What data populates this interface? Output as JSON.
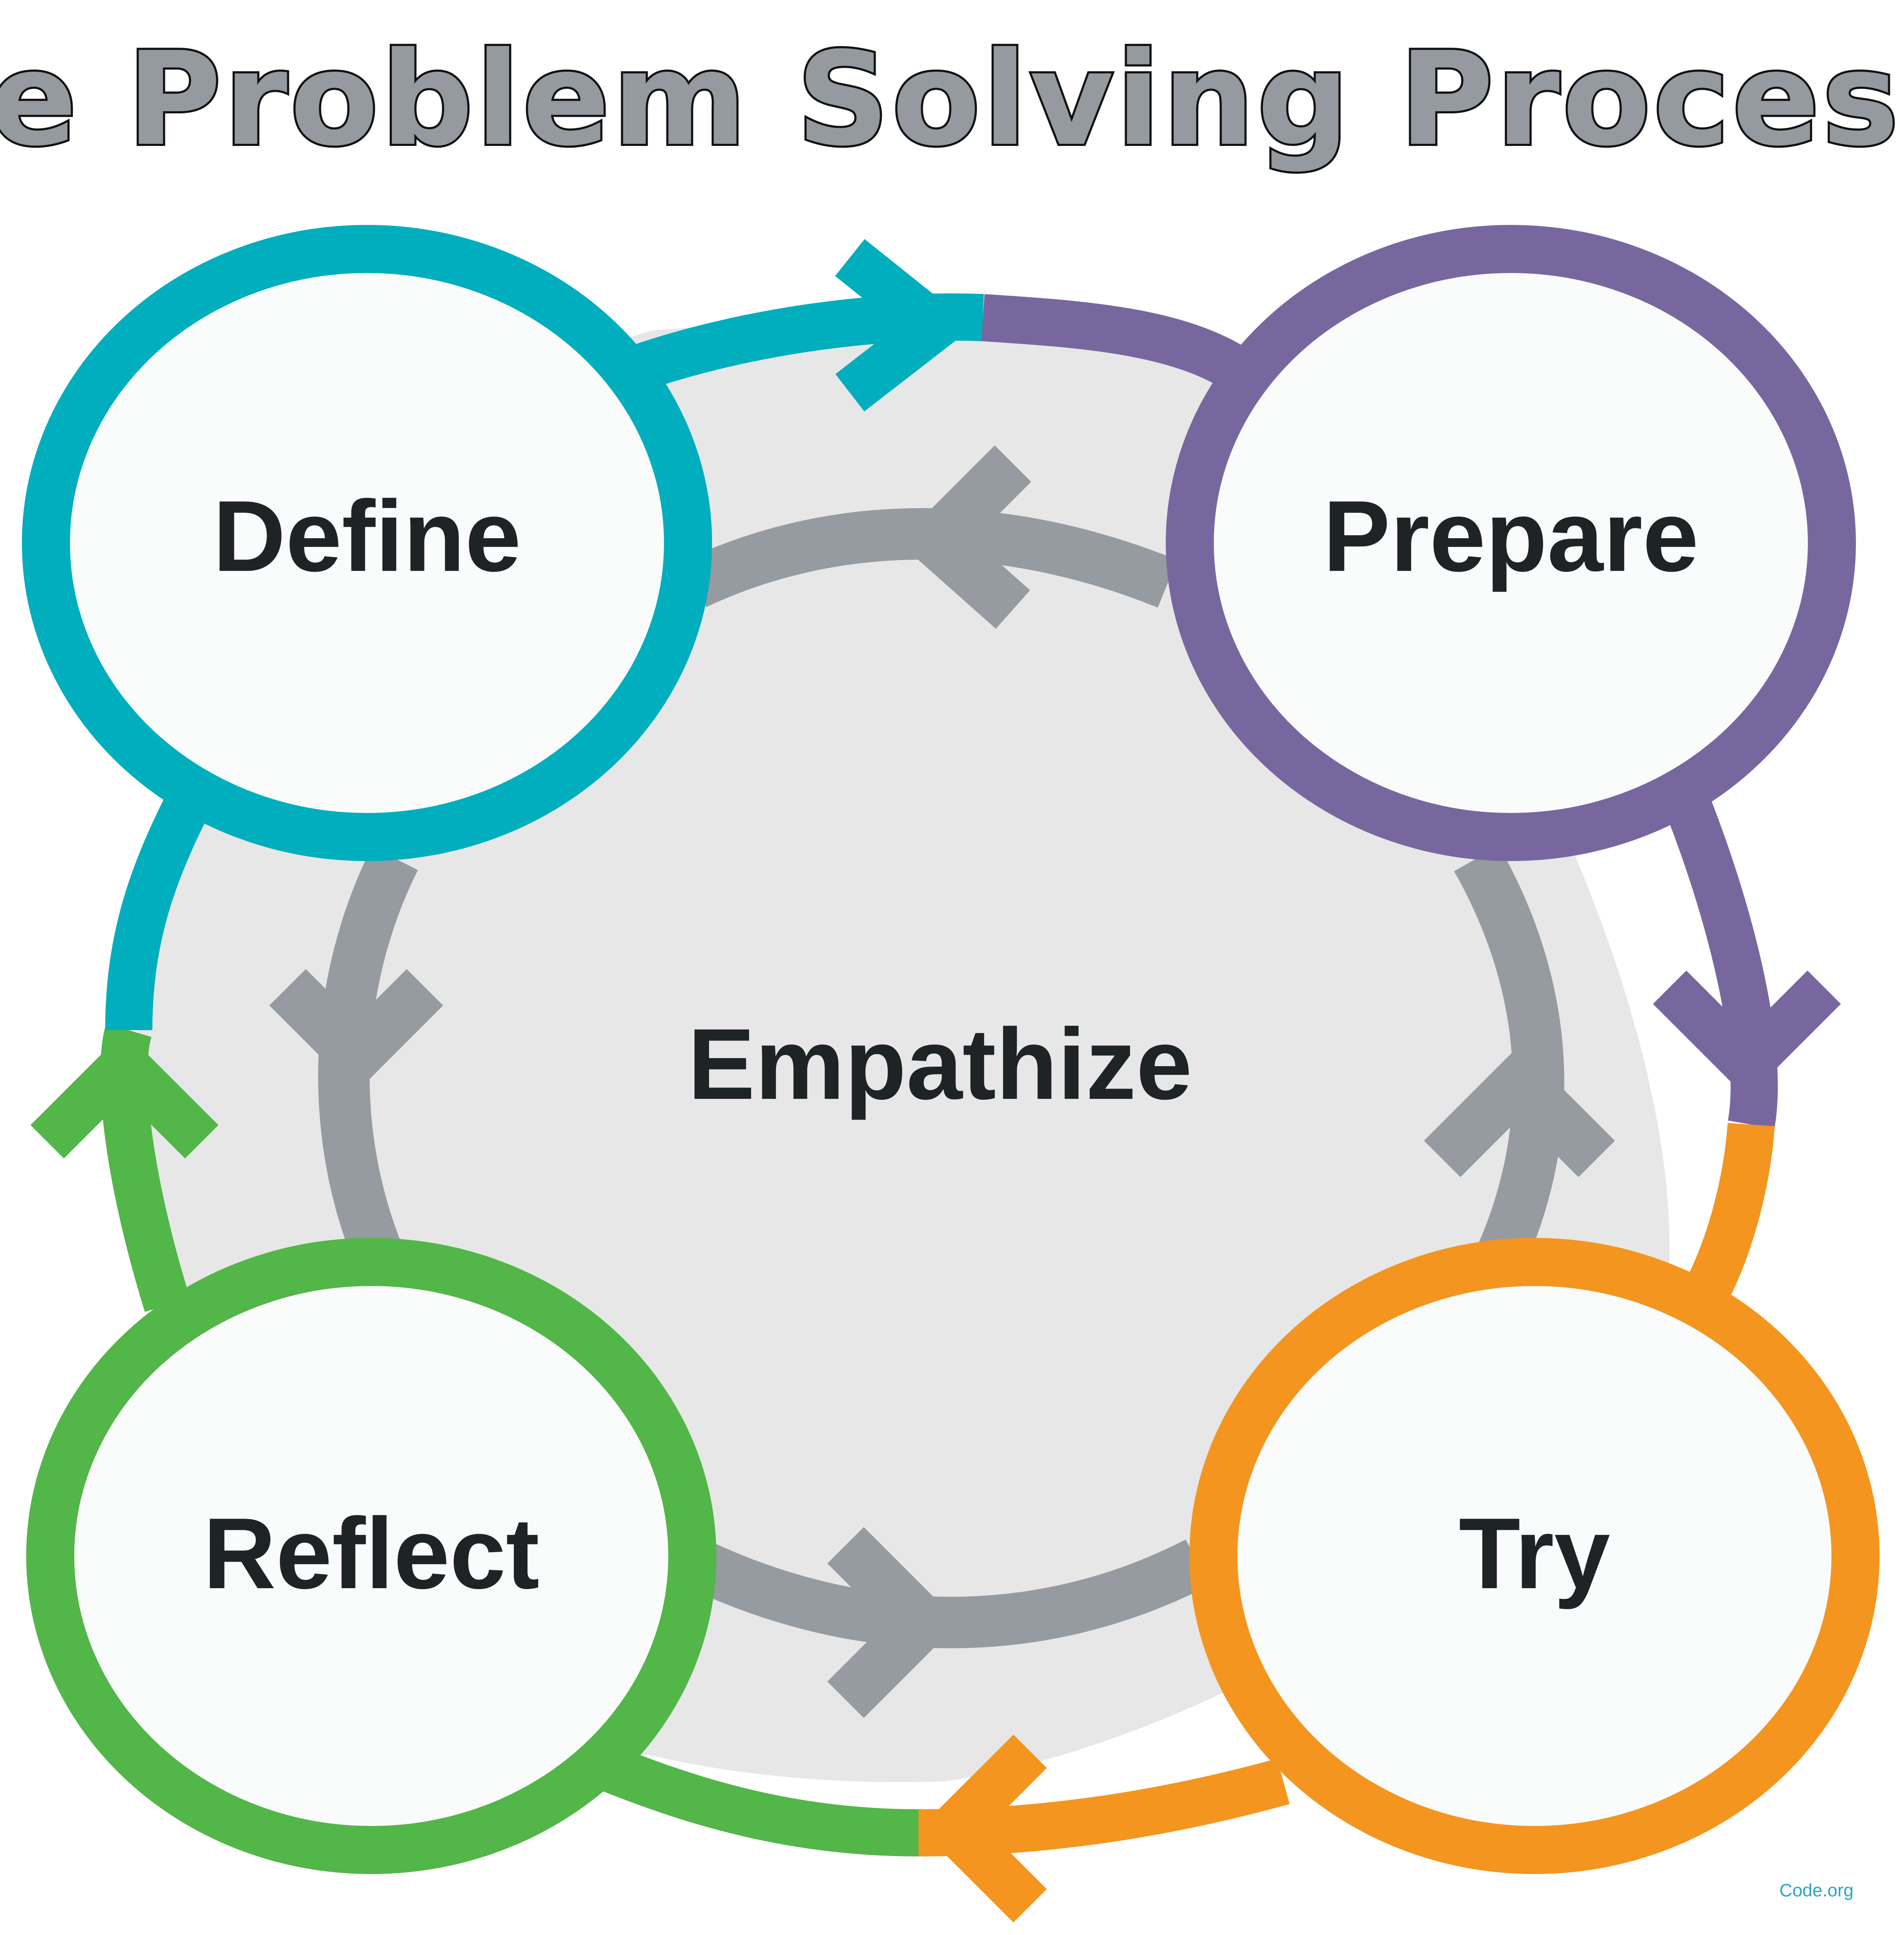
{
  "title": "The Problem Solving Process",
  "center_label": "Empathize",
  "credit": "Code.org",
  "nodes": [
    {
      "id": "define",
      "label": "Define",
      "color": "#00aebe"
    },
    {
      "id": "prepare",
      "label": "Prepare",
      "color": "#78679f"
    },
    {
      "id": "try",
      "label": "Try",
      "color": "#f4951f"
    },
    {
      "id": "reflect",
      "label": "Reflect",
      "color": "#52b648"
    }
  ],
  "colors": {
    "inner_arrows": "#959ba0",
    "hub_fill": "#e7e7e7",
    "node_fill": "#fafbfb",
    "label_text": "#1e2326"
  },
  "flow": {
    "outer_cycle": [
      "Define",
      "Prepare",
      "Try",
      "Reflect",
      "Define"
    ],
    "inner_cycle": [
      "Define",
      "Reflect",
      "Try",
      "Prepare",
      "Define"
    ]
  }
}
